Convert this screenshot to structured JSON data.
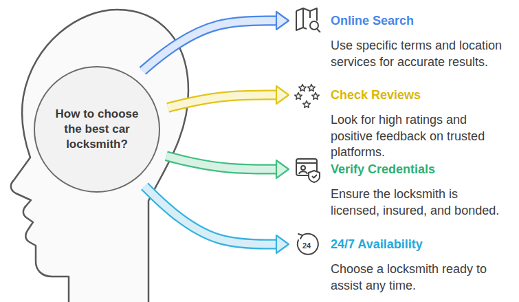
{
  "diagram": {
    "nodes": [
      {
        "text": [
          "How to choose the best car locksmith?"
        ]
      },
      {
        "text": [
          "Online Search",
          "Use specific terms and location services for accurate results."
        ]
      },
      {
        "text": [
          "Check Reviews",
          "Look for high ratings and positive feedback on trusted platforms."
        ]
      },
      {
        "text": [
          "Verify Credentials",
          "Ensure the locksmith is licensed, insured, and bonded."
        ]
      },
      {
        "text": [
          "24/7 Availability",
          "Choose a locksmith ready to assist any time."
        ]
      }
    ],
    "edges": [
      {
        "from": 0,
        "to": 1,
        "arrow": "to"
      },
      {
        "from": 0,
        "to": 2,
        "arrow": "to"
      },
      {
        "from": 0,
        "to": 3,
        "arrow": "to"
      },
      {
        "from": 0,
        "to": 4,
        "arrow": "to"
      }
    ],
    "labels": [
      "24"
    ]
  }
}
